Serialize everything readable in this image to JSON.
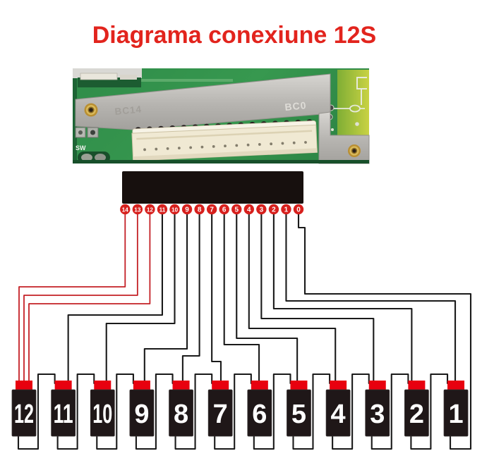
{
  "title": {
    "text": "Diagrama conexiune 12S"
  },
  "colors": {
    "title_red": "#e2241d",
    "wire_red": "#c42026",
    "wire_black": "#1a1a1a",
    "pin_red": "#d7201d",
    "terminal_red": "#e8000f",
    "battery_black": "#1f1718",
    "connector_block": "#17100e"
  },
  "pcb_photo": {
    "shield_label_left": "BC14",
    "shield_label_right": "BC0",
    "switch_label": "SW"
  },
  "connector_block": {
    "pins": [
      {
        "label": "14",
        "wire": "red"
      },
      {
        "label": "13",
        "wire": "red"
      },
      {
        "label": "12",
        "wire": "red"
      },
      {
        "label": "11",
        "wire": "black"
      },
      {
        "label": "10",
        "wire": "black"
      },
      {
        "label": "9",
        "wire": "black"
      },
      {
        "label": "8",
        "wire": "black"
      },
      {
        "label": "7",
        "wire": "black"
      },
      {
        "label": "6",
        "wire": "black"
      },
      {
        "label": "5",
        "wire": "black"
      },
      {
        "label": "4",
        "wire": "black"
      },
      {
        "label": "3",
        "wire": "black"
      },
      {
        "label": "2",
        "wire": "black"
      },
      {
        "label": "1",
        "wire": "black"
      },
      {
        "label": "0",
        "wire": "black"
      }
    ]
  },
  "batteries": [
    {
      "label": "12"
    },
    {
      "label": "11"
    },
    {
      "label": "10"
    },
    {
      "label": "9"
    },
    {
      "label": "8"
    },
    {
      "label": "7"
    },
    {
      "label": "6"
    },
    {
      "label": "5"
    },
    {
      "label": "4"
    },
    {
      "label": "3"
    },
    {
      "label": "2"
    },
    {
      "label": "1"
    }
  ],
  "connections": [
    {
      "pin": "14",
      "battery": "12",
      "terminal": "positive",
      "color": "red"
    },
    {
      "pin": "13",
      "battery": "12",
      "terminal": "positive",
      "color": "red"
    },
    {
      "pin": "12",
      "battery": "12",
      "terminal": "positive",
      "color": "red"
    },
    {
      "pin": "11",
      "battery": "11",
      "terminal": "positive",
      "color": "black"
    },
    {
      "pin": "10",
      "battery": "10",
      "terminal": "positive",
      "color": "black"
    },
    {
      "pin": "9",
      "battery": "9",
      "terminal": "positive",
      "color": "black"
    },
    {
      "pin": "8",
      "battery": "8",
      "terminal": "positive",
      "color": "black"
    },
    {
      "pin": "7",
      "battery": "7",
      "terminal": "positive",
      "color": "black"
    },
    {
      "pin": "6",
      "battery": "6",
      "terminal": "positive",
      "color": "black"
    },
    {
      "pin": "5",
      "battery": "5",
      "terminal": "positive",
      "color": "black"
    },
    {
      "pin": "4",
      "battery": "4",
      "terminal": "positive",
      "color": "black"
    },
    {
      "pin": "3",
      "battery": "3",
      "terminal": "positive",
      "color": "black"
    },
    {
      "pin": "2",
      "battery": "2",
      "terminal": "positive",
      "color": "black"
    },
    {
      "pin": "1",
      "battery": "1",
      "terminal": "positive",
      "color": "black"
    },
    {
      "pin": "0",
      "battery": "1",
      "terminal": "negative",
      "color": "black"
    }
  ],
  "series_links": [
    {
      "from": "12",
      "to": "11"
    },
    {
      "from": "11",
      "to": "10"
    },
    {
      "from": "10",
      "to": "9"
    },
    {
      "from": "9",
      "to": "8"
    },
    {
      "from": "8",
      "to": "7"
    },
    {
      "from": "7",
      "to": "6"
    },
    {
      "from": "6",
      "to": "5"
    },
    {
      "from": "5",
      "to": "4"
    },
    {
      "from": "4",
      "to": "3"
    },
    {
      "from": "3",
      "to": "2"
    },
    {
      "from": "2",
      "to": "1"
    }
  ]
}
